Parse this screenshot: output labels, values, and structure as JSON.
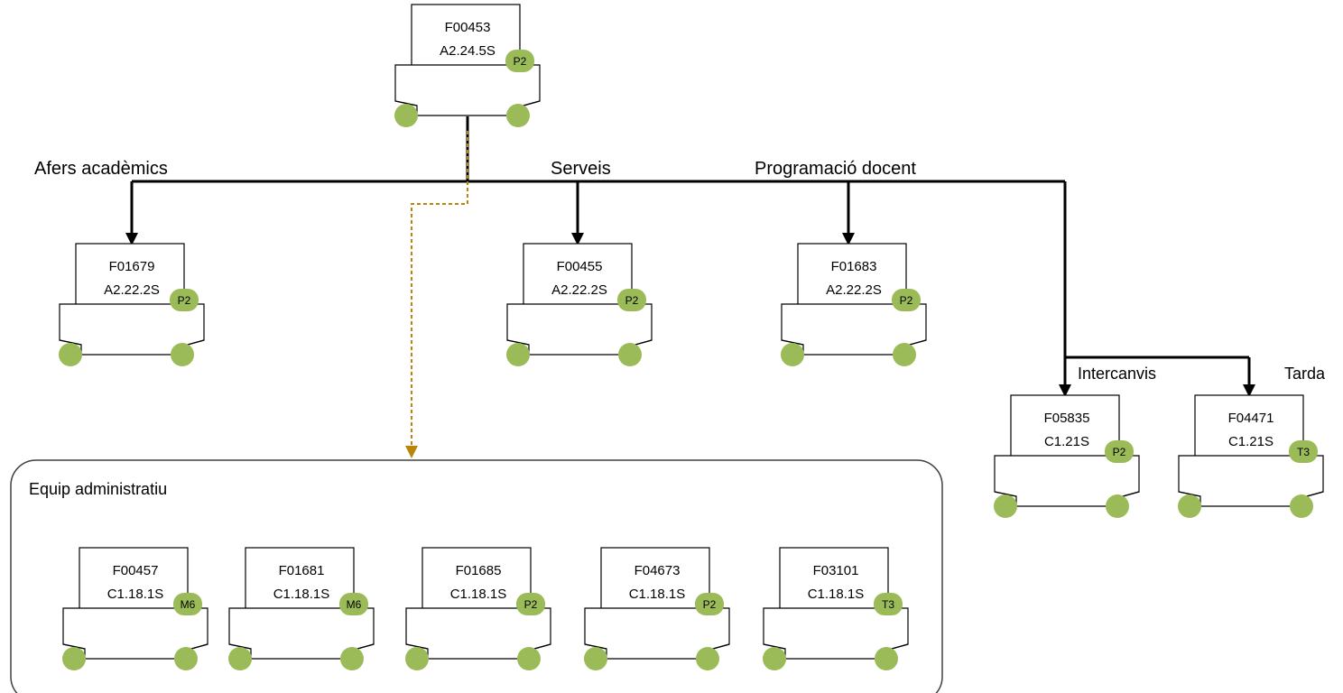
{
  "colors": {
    "stroke": "#000000",
    "wheel": "#9bbb59",
    "dashed_connector": "#b8860b",
    "group_border": "#404040"
  },
  "nodes": [
    {
      "id": "F00453",
      "code": "A2.24.5S",
      "badge": "P2"
    },
    {
      "id": "F01679",
      "code": "A2.22.2S",
      "badge": "P2"
    },
    {
      "id": "F00455",
      "code": "A2.22.2S",
      "badge": "P2"
    },
    {
      "id": "F01683",
      "code": "A2.22.2S",
      "badge": "P2"
    },
    {
      "id": "F05835",
      "code": "C1.21S",
      "badge": "P2"
    },
    {
      "id": "F04471",
      "code": "C1.21S",
      "badge": "T3"
    },
    {
      "id": "F00457",
      "code": "C1.18.1S",
      "badge": "M6"
    },
    {
      "id": "F01681",
      "code": "C1.18.1S",
      "badge": "M6"
    },
    {
      "id": "F01685",
      "code": "C1.18.1S",
      "badge": "P2"
    },
    {
      "id": "F04673",
      "code": "C1.18.1S",
      "badge": "P2"
    },
    {
      "id": "F03101",
      "code": "C1.18.1S",
      "badge": "T3"
    }
  ],
  "edge_labels": {
    "afers": "Afers acadèmics",
    "serveis": "Serveis",
    "programacio": "Programació docent",
    "intercanvis": "Intercanvis",
    "tarda": "Tarda"
  },
  "group": {
    "title": "Equip administratiu"
  }
}
